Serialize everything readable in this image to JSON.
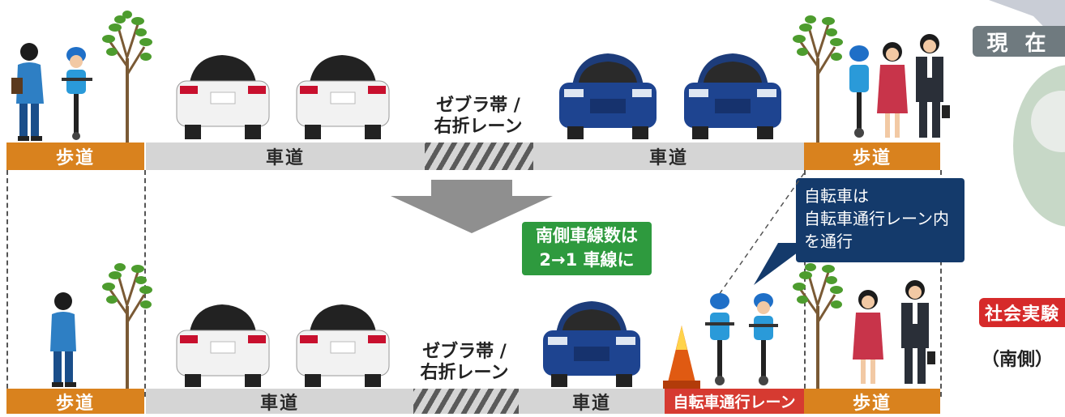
{
  "top": {
    "sidewalk_left": "歩道",
    "road_left": "車道",
    "zebra_label_line1": "ゼブラ帯 /",
    "zebra_label_line2": "右折レーン",
    "road_right": "車道",
    "sidewalk_right": "歩道"
  },
  "bottom": {
    "sidewalk_left": "歩道",
    "road_left": "車道",
    "zebra_label_line1": "ゼブラ帯 /",
    "zebra_label_line2": "右折レーン",
    "road_right": "車道",
    "bike_lane": "自転車通行レーン",
    "sidewalk_right": "歩道"
  },
  "badges": {
    "current": "現 在",
    "experiment": "社会実験",
    "south_side": "（南側）"
  },
  "callouts": {
    "lane_change_line1": "南側車線数は",
    "lane_change_line2": "2→1 車線に",
    "bike_note_line1": "自転車は",
    "bike_note_line2": "自転車通行レーン内",
    "bike_note_line3": "を通行"
  },
  "colors": {
    "sidewalk": "#d9821e",
    "road": "#d5d5d5",
    "bike_lane": "#d63a31",
    "callout_green": "#2e9a3e",
    "callout_navy": "#143a6b",
    "badge_gray": "#6f7a7f",
    "badge_red": "#d62a2a"
  },
  "icons": {
    "white_car": "white-car-rear-icon",
    "blue_car": "blue-car-front-icon",
    "cyclist": "cyclist-icon",
    "pedestrian": "pedestrian-icon",
    "tree": "street-tree-icon",
    "traffic_cone": "traffic-cone-icon",
    "arrow": "down-arrow-icon"
  }
}
